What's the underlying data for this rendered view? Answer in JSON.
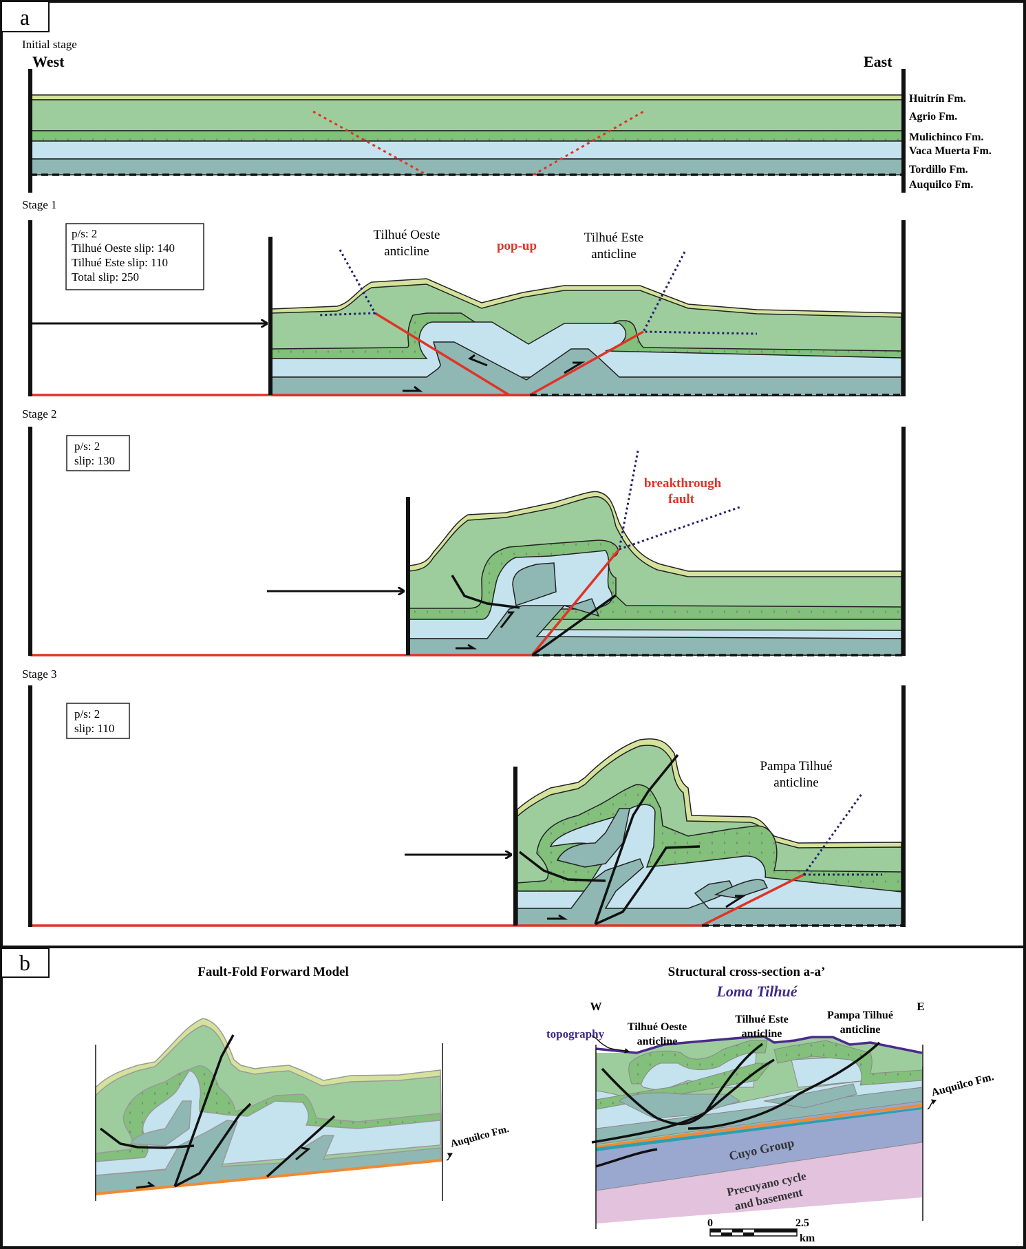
{
  "panel_a": {
    "label": "a",
    "initial": {
      "title": "Initial stage",
      "west": "West",
      "east": "East",
      "formations": [
        "Huitrín Fm.",
        "Agrio Fm.",
        "Mulichinco Fm.",
        "Vaca Muerta Fm.",
        "Tordillo Fm.",
        "Auquilco Fm."
      ]
    },
    "stage1": {
      "title": "Stage 1",
      "info": [
        "p/s: 2",
        "Tilhué Oeste slip: 140",
        "Tilhué Este slip: 110",
        "Total slip: 250"
      ],
      "label_oeste": [
        "Tilhué Oeste",
        "anticline"
      ],
      "label_popup": "pop-up",
      "label_este": [
        "Tilhué Este",
        "anticline"
      ]
    },
    "stage2": {
      "title": "Stage 2",
      "info": [
        "p/s: 2",
        "slip: 130"
      ],
      "label_breakthrough": [
        "breakthrough",
        "fault"
      ]
    },
    "stage3": {
      "title": "Stage 3",
      "info": [
        "p/s: 2",
        "slip: 110"
      ],
      "label_pampa": [
        "Pampa Tilhué",
        "anticline"
      ]
    }
  },
  "panel_b": {
    "label": "b",
    "model": {
      "title": "Fault-Fold Forward Model",
      "auquilco": "Auquilco Fm."
    },
    "section": {
      "title": "Structural cross-section a-a’",
      "subtitle": "Loma Tilhué",
      "west": "W",
      "east": "E",
      "topography": "topography",
      "label_oeste": [
        "Tilhué Oeste",
        "anticline"
      ],
      "label_este": [
        "Tilhué Este",
        "anticline"
      ],
      "label_pampa": [
        "Pampa Tilhué",
        "anticline"
      ],
      "auquilco": "Auquilco Fm.",
      "cuyo": "Cuyo Group",
      "precuyano": [
        "Precuyano cycle",
        "and basement"
      ],
      "scale": {
        "start": "0",
        "end": "2.5",
        "unit": "km"
      }
    }
  },
  "colors": {
    "huitrin": "#d4e29c",
    "agrio": "#9ecd9d",
    "mulichinco": "#82c07c",
    "vaca_muerta": "#c5e3ee",
    "tordillo": "#8fb8b4",
    "fault_red": "#e03327",
    "axial_blue": "#22206b",
    "auquilco_orange": "#f08a32",
    "cuyo": "#9aa8d0",
    "precuyano": "#e3c2de",
    "teal_thin": "#2aa0b0",
    "topo_purple": "#4b2a8c"
  }
}
